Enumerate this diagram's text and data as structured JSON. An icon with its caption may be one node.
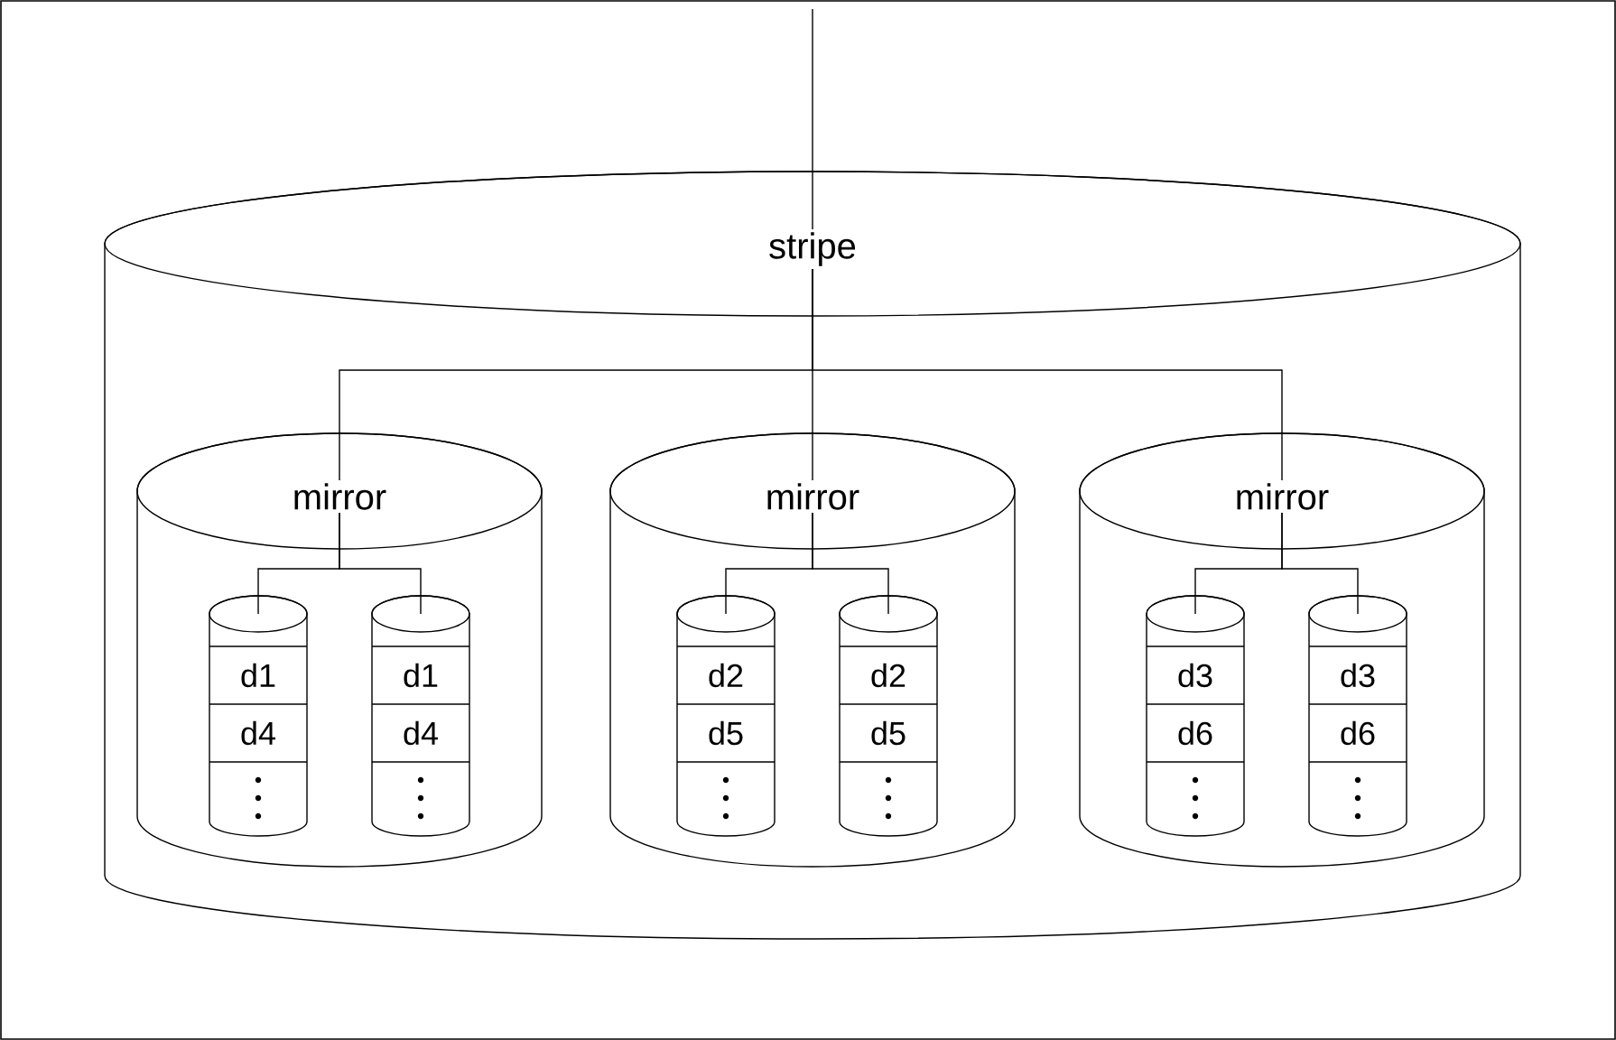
{
  "diagram": {
    "nodes": [
      {
        "text": [
          "stripe"
        ]
      },
      {
        "text": [
          "mirror"
        ],
        "in": 0
      },
      {
        "text": [
          "mirror"
        ],
        "in": 0
      },
      {
        "text": [
          "mirror"
        ],
        "in": 0
      },
      {
        "text": [
          "d1",
          "d4"
        ],
        "in": 1
      },
      {
        "text": [
          "d1",
          "d4"
        ],
        "in": 1
      },
      {
        "text": [
          "d2",
          "d5"
        ],
        "in": 2
      },
      {
        "text": [
          "d2",
          "d5"
        ],
        "in": 2
      },
      {
        "text": [
          "d3",
          "d6"
        ],
        "in": 3
      },
      {
        "text": [
          "d3",
          "d6"
        ],
        "in": 3
      }
    ],
    "edges": [
      {
        "from": null,
        "to": 0,
        "arrow": "none"
      },
      {
        "from": 0,
        "to": 1,
        "arrow": "none"
      },
      {
        "from": 0,
        "to": 2,
        "arrow": "none"
      },
      {
        "from": 0,
        "to": 3,
        "arrow": "none"
      },
      {
        "from": 1,
        "to": 4,
        "arrow": "none"
      },
      {
        "from": 1,
        "to": 5,
        "arrow": "none"
      },
      {
        "from": 2,
        "to": 6,
        "arrow": "none"
      },
      {
        "from": 2,
        "to": 7,
        "arrow": "none"
      },
      {
        "from": 3,
        "to": 8,
        "arrow": "none"
      },
      {
        "from": 3,
        "to": 9,
        "arrow": "none"
      }
    ]
  }
}
